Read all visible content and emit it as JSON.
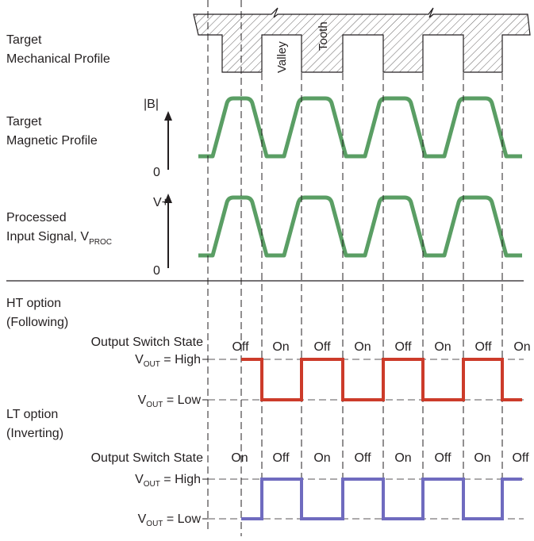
{
  "mechanical": {
    "label_line1": "Target",
    "label_line2": "Mechanical Profile",
    "valley_label": "Valley",
    "tooth_label": "Tooth"
  },
  "magnetic": {
    "label_line1": "Target",
    "label_line2": "Magnetic Profile",
    "axis_top": "|B|",
    "axis_zero": "0"
  },
  "processed": {
    "label_line1": "Processed",
    "label_line2": "Input Signal, V",
    "label_sub": "PROC",
    "axis_top": "V+",
    "axis_zero": "0"
  },
  "ht": {
    "title_line1": "HT option",
    "title_line2": "(Following)",
    "switch_state_label": "Output Switch State",
    "states": [
      "Off",
      "On",
      "Off",
      "On",
      "Off",
      "On",
      "Off",
      "On"
    ],
    "high_label": {
      "v": "V",
      "sub": "OUT",
      "rest": " = High"
    },
    "low_label": {
      "v": "V",
      "sub": "OUT",
      "rest": " = Low"
    }
  },
  "lt": {
    "title_line1": "LT option",
    "title_line2": "(Inverting)",
    "switch_state_label": "Output Switch State",
    "states": [
      "On",
      "Off",
      "On",
      "Off",
      "On",
      "Off",
      "On",
      "Off"
    ],
    "high_label": {
      "v": "V",
      "sub": "OUT",
      "rest": " = High"
    },
    "low_label": {
      "v": "V",
      "sub": "OUT",
      "rest": " = Low"
    }
  },
  "colors": {
    "magnetic_wave": "#5a9e64",
    "ht_output": "#cc3b2a",
    "lt_output": "#6f6bbf",
    "hatch_fill": "#ffffff",
    "ink": "#231f20"
  }
}
